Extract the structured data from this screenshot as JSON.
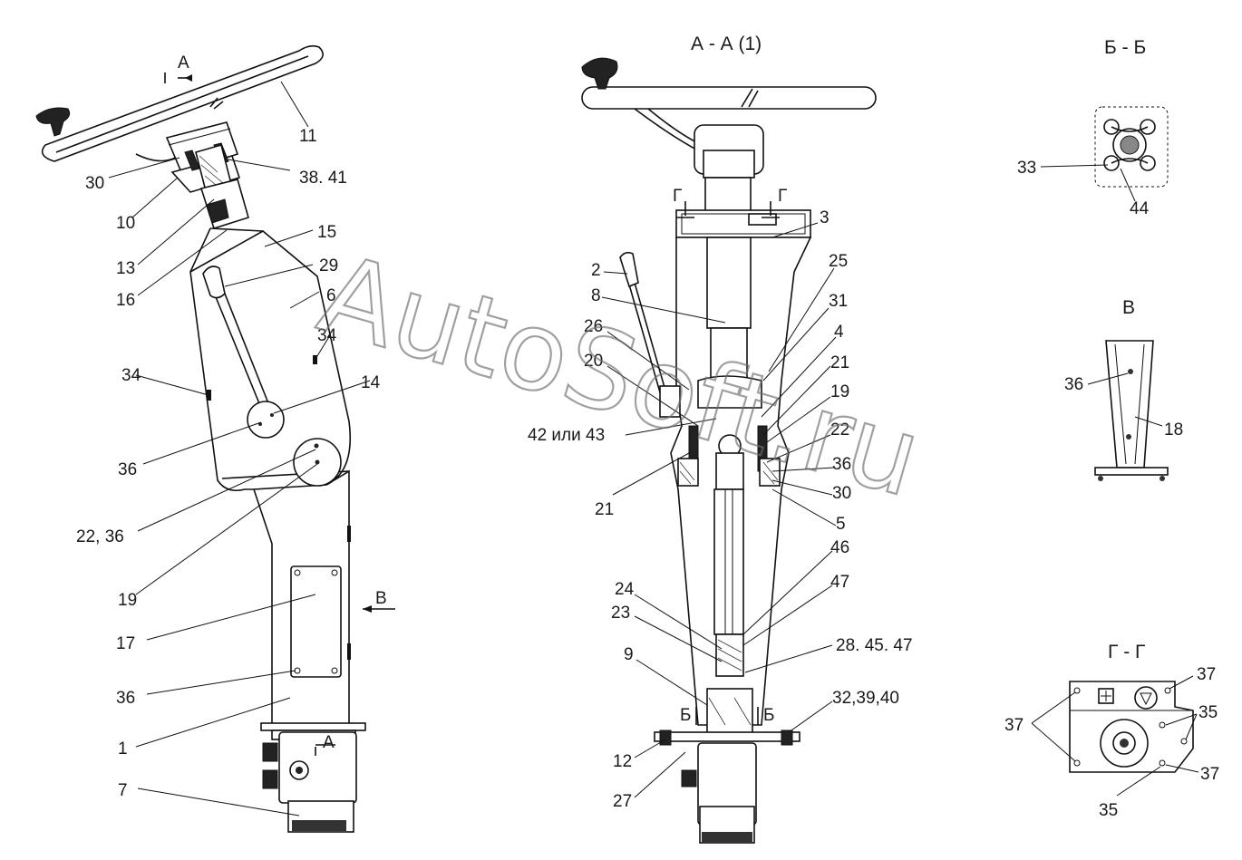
{
  "views": {
    "section_aa": "А - А (1)",
    "section_bb": "Б - Б",
    "view_v": "В",
    "section_gg": "Г - Г"
  },
  "watermark": "AutoSoft.ru",
  "markers": {
    "a_top": "А",
    "a_bottom": "А",
    "v_arrow": "В",
    "g_left": "Г",
    "g_right": "Г",
    "b_left": "Б",
    "b_right": "Б"
  },
  "left_labels": {
    "l11": "11",
    "l30": "30",
    "l38_41": "38. 41",
    "l10": "10",
    "l15": "15",
    "l13": "13",
    "l29": "29",
    "l16": "16",
    "l6": "6",
    "l34a": "34",
    "l34b": "34",
    "l14": "14",
    "l36a": "36",
    "l22_36": "22, 36",
    "l19": "19",
    "l17": "17",
    "l36b": "36",
    "l1": "1",
    "l7": "7"
  },
  "center_labels": {
    "l3": "3",
    "l2": "2",
    "l25": "25",
    "l8": "8",
    "l31": "31",
    "l26": "26",
    "l4": "4",
    "l20": "20",
    "l21a": "21",
    "l19": "19",
    "l42_43": "42 или 43",
    "l22": "22",
    "l36": "36",
    "l30": "30",
    "l21b": "21",
    "l5": "5",
    "l46": "46",
    "l47": "47",
    "l24": "24",
    "l23": "23",
    "l28_45_47": "28. 45. 47",
    "l9": "9",
    "l32_39_40": "32,39,40",
    "l12": "12",
    "l27": "27"
  },
  "right_labels": {
    "l33": "33",
    "l44": "44",
    "l36": "36",
    "l18": "18",
    "l37a": "37",
    "l37b": "37",
    "l35a": "35",
    "l37c": "37",
    "l35b": "35"
  }
}
